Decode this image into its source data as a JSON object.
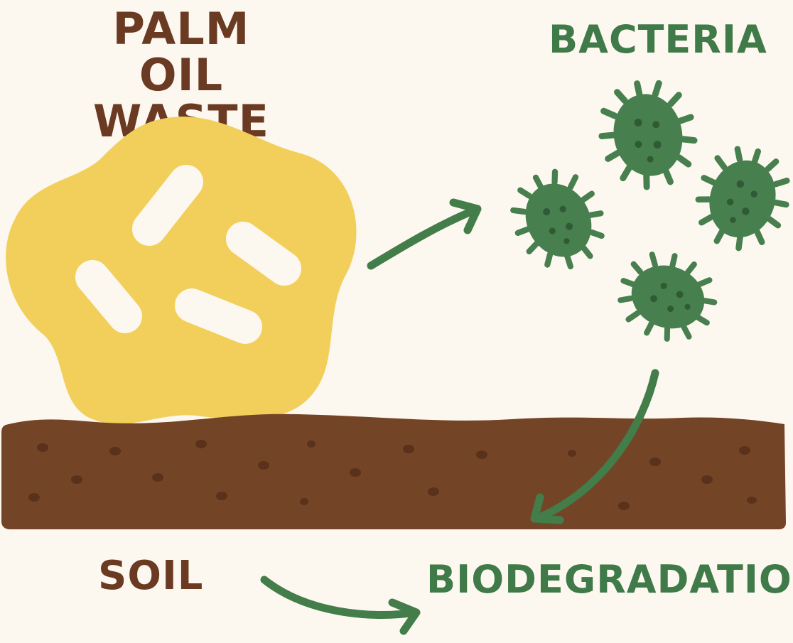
{
  "labels": {
    "waste_line1": "PALM OIL",
    "waste_line2": "WASTE",
    "bacteria": "BACTERIA",
    "soil": "SOIL",
    "biodegradation": "BIODEGRADATION"
  },
  "colors": {
    "background": "#fcf8f0",
    "waste_blob": "#f2cf5b",
    "waste_spots": "#fcf8f0",
    "soil": "#744427",
    "soil_specks": "#5a311b",
    "bacteria": "#487f4e",
    "bacteria_dots": "#2f5a36",
    "arrows": "#437d4a",
    "text_brown": "#6b3a22",
    "text_green": "#3f7a48"
  },
  "icons": {
    "waste": "palm-oil-waste-blob",
    "microbe": "bacterium-icon",
    "soil": "soil-layer",
    "arrow": "curved-arrow"
  },
  "bacteria_count": 4
}
